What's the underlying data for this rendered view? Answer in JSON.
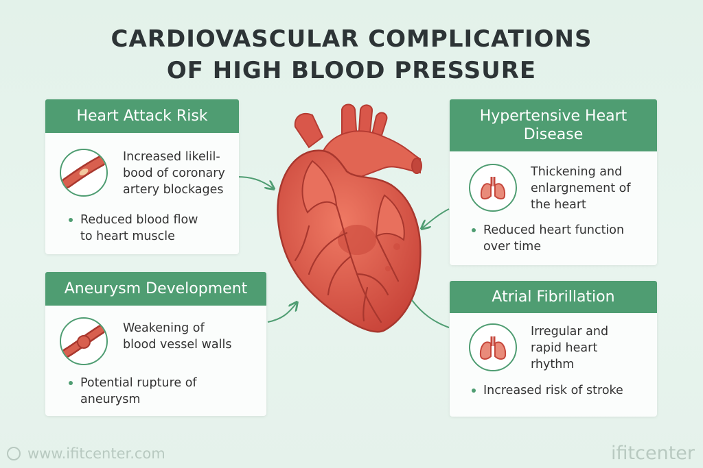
{
  "title": {
    "line1": "CARDIOVASCULAR COMPLICATIONS",
    "line2": "OF HIGH BLOOD PRESSURE"
  },
  "cards": {
    "heart_attack": {
      "heading": "Heart Attack Risk",
      "icon": "artery-blockage-icon",
      "desc1": "Increased likelil-",
      "desc2": "bood of coronary",
      "desc3": "artery blockages",
      "bullet1": "Reduced blood flow",
      "bullet2": "to heart muscle"
    },
    "aneurysm": {
      "heading": "Aneurysm Development",
      "icon": "vessel-bulge-icon",
      "desc1": "Weakening of",
      "desc2": "blood vessel walls",
      "bullet1": "Potential rupture of",
      "bullet2": "aneurysm"
    },
    "hypertensive": {
      "heading1": "Hypertensive Heart",
      "heading2": "Disease",
      "icon": "lungs-icon",
      "desc1": "Thickening and",
      "desc2": "enlargnement of",
      "desc3": "the heart",
      "bullet1": "Reduced heart function",
      "bullet2": "over time"
    },
    "afib": {
      "heading": "Atrial Fibrillation",
      "icon": "lungs-icon",
      "desc1": "Irregular and",
      "desc2": "rapid heart",
      "desc3": "rhythm",
      "bullet1": "Increased risk of stroke"
    }
  },
  "footer": {
    "website": "www.ifitcenter.com",
    "brand": "ifitcenter"
  },
  "colors": {
    "accent": "#4f9d72",
    "heart": "#e0604f",
    "background": "#e5f2eb"
  }
}
